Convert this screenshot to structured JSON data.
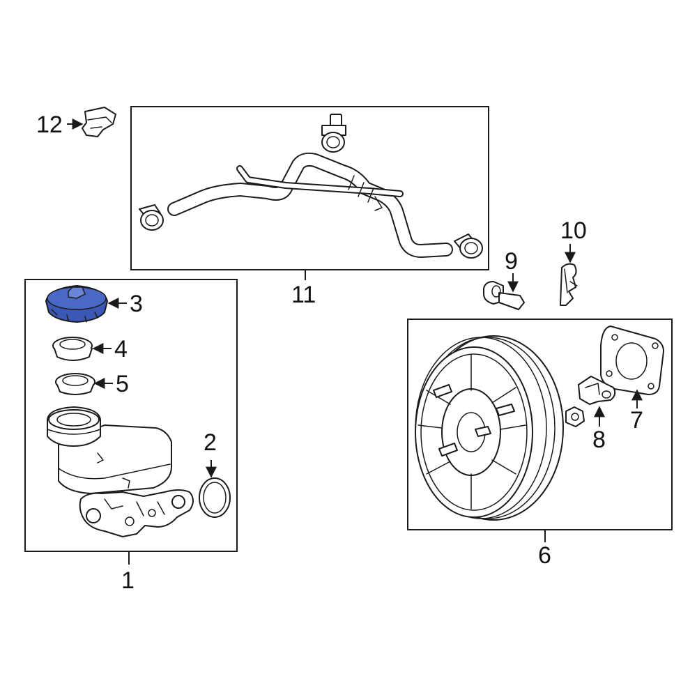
{
  "colors": {
    "highlight": "#3a58b4",
    "line": "#1a1a1a",
    "background": "#ffffff"
  },
  "callouts": {
    "c1": "1",
    "c2": "2",
    "c3": "3",
    "c4": "4",
    "c5": "5",
    "c6": "6",
    "c7": "7",
    "c8": "8",
    "c9": "9",
    "c10": "10",
    "c11": "11",
    "c12": "12"
  }
}
